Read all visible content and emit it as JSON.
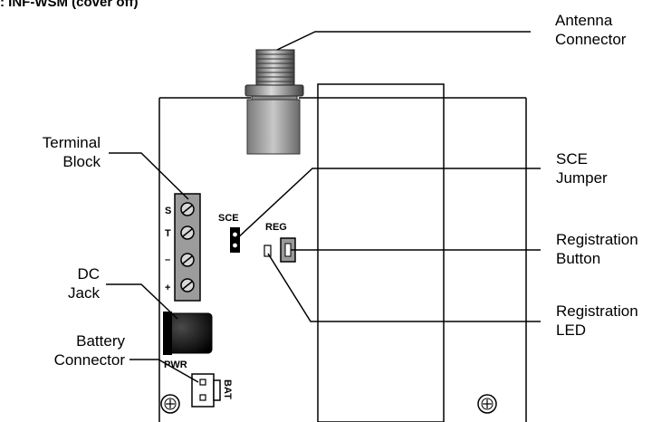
{
  "title": ": INF-WSM (cover off)",
  "callouts": {
    "antenna": {
      "line1": "Antenna",
      "line2": "Connector"
    },
    "terminal": {
      "line1": "Terminal",
      "line2": "Block"
    },
    "sce": {
      "line1": "SCE",
      "line2": "Jumper"
    },
    "reg_button": {
      "line1": "Registration",
      "line2": "Button"
    },
    "dc_jack": {
      "line1": "DC",
      "line2": "Jack"
    },
    "reg_led": {
      "line1": "Registration",
      "line2": "LED"
    },
    "battery": {
      "line1": "Battery",
      "line2": "Connector"
    }
  },
  "board_labels": {
    "terminal_s": "S",
    "terminal_t": "T",
    "terminal_minus": "–",
    "terminal_plus": "+",
    "sce": "SCE",
    "reg": "REG",
    "pwr": "PWR",
    "bat": "BAT"
  }
}
